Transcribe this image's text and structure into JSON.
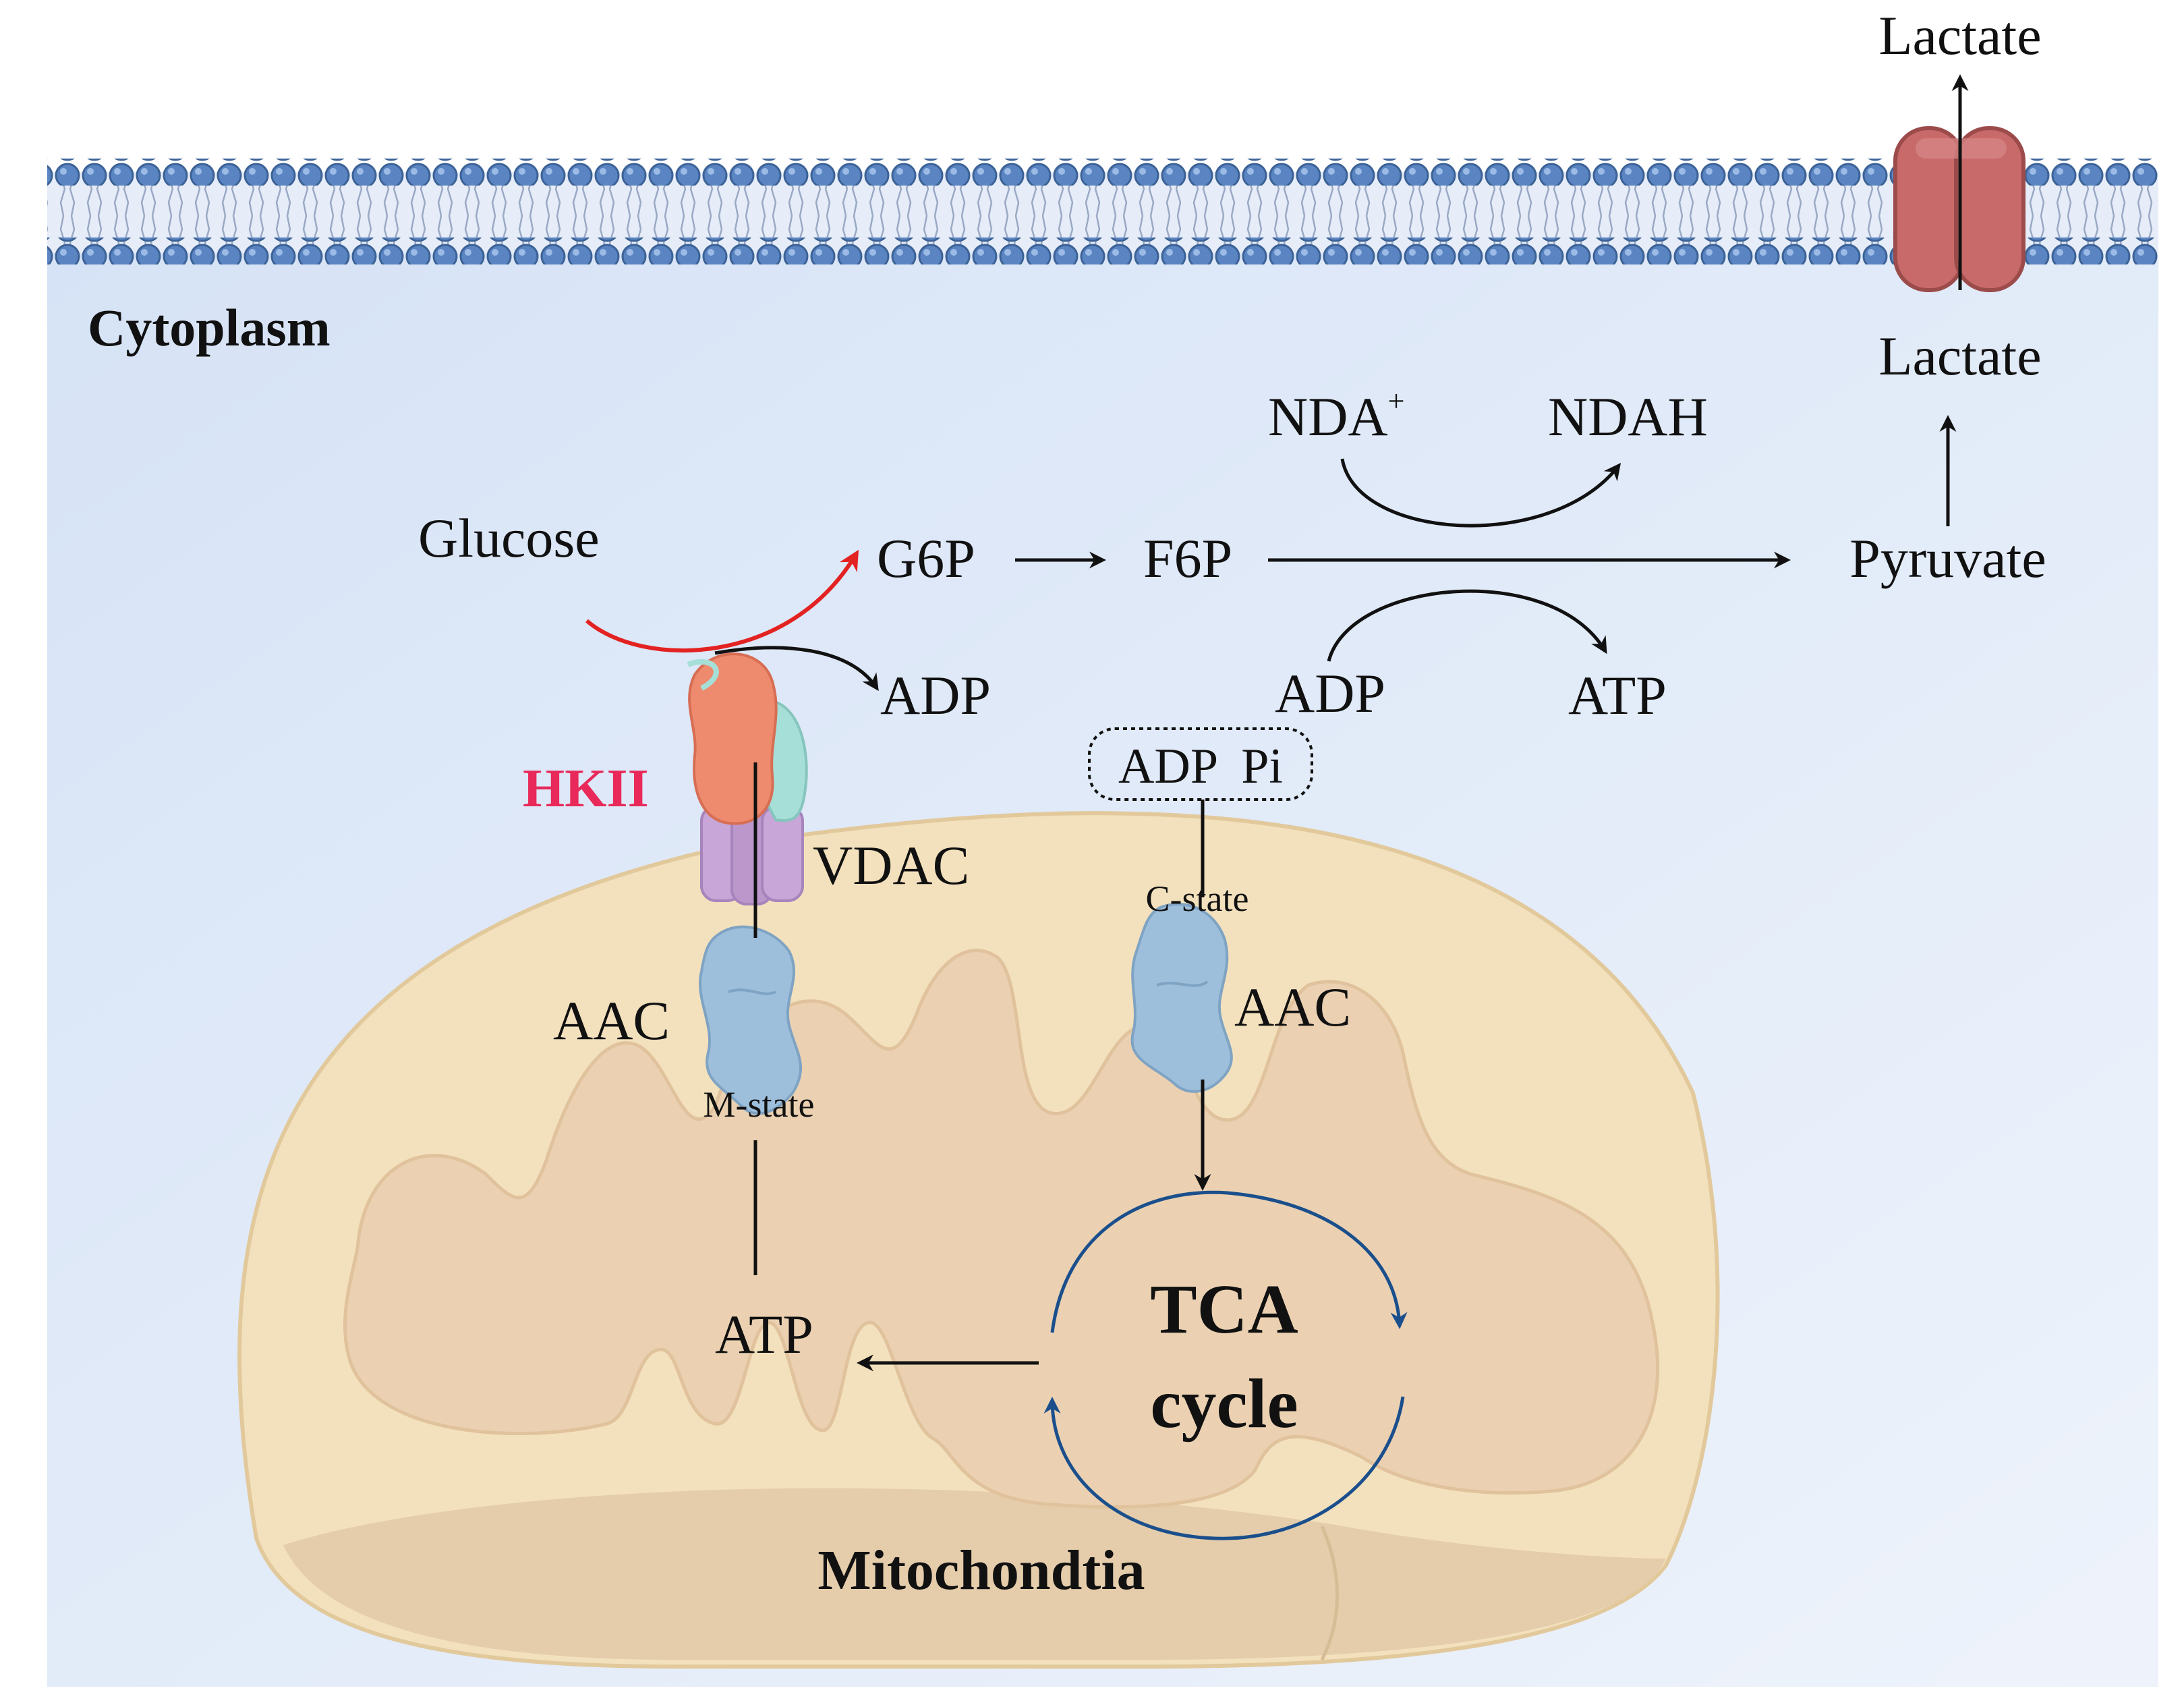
{
  "labels": {
    "cytoplasm": "Cytoplasm",
    "mitochondria": "Mitochondtia",
    "lactate_out": "Lactate",
    "lactate_in": "Lactate",
    "pyruvate": "Pyruvate",
    "nda_plus": "NDA",
    "nda_plus_sup": "+",
    "ndah": "NDAH",
    "glucose": "Glucose",
    "g6p": "G6P",
    "f6p": "F6P",
    "adp_hk": "ADP",
    "adp_gly": "ADP",
    "atp_gly": "ATP",
    "adp_pi_box": "ADP  Pi",
    "c_state": "C-state",
    "m_state": "M-state",
    "aac_left": "AAC",
    "aac_right": "AAC",
    "vdac": "VDAC",
    "hkii": "HKII",
    "atp_mito": "ATP",
    "tca_line1": "TCA",
    "tca_line2": "cycle"
  },
  "colors": {
    "cytoplasm_bg": "#dde8f8",
    "membrane_head": "#5a85c2",
    "mito_outer": "#f3e1bd",
    "mito_inner": "#ebd1b2",
    "hkii_color": "#e8295a",
    "glucose_arrow": "#e32222",
    "tca_cycle": "#1b4f8c",
    "lactate_transporter": "#c96a6a",
    "aac_protein": "#9dbfdc",
    "vdac_protein": "#c8a6d8",
    "hk_protein": "#ee8b6e"
  }
}
